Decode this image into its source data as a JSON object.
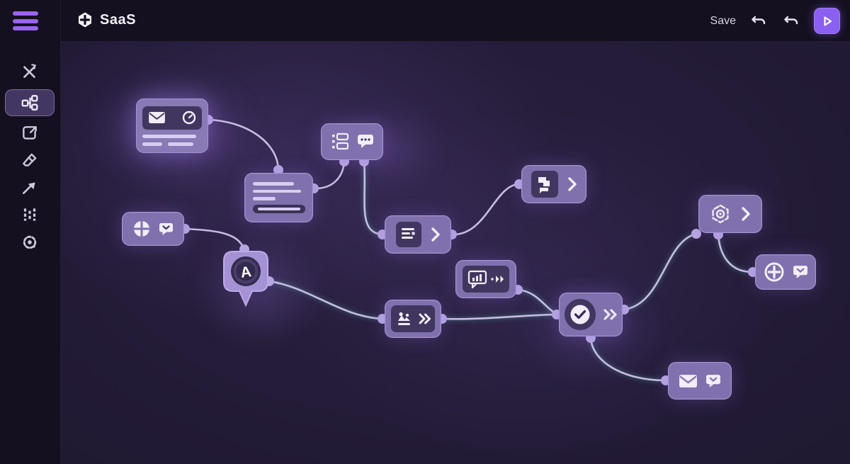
{
  "app": {
    "title": "SaaS"
  },
  "header": {
    "logo_text": "SaaS",
    "save_label": "Save",
    "actions": [
      {
        "name": "undo",
        "icon": "undo-arrow-icon"
      },
      {
        "name": "redo",
        "icon": "undo-arrow-icon"
      },
      {
        "name": "run",
        "icon": "play-icon",
        "accent_color": "#8b5ff0"
      }
    ]
  },
  "sidebar": {
    "active_index": 1,
    "items": [
      {
        "icon": "disconnect-x-icon"
      },
      {
        "icon": "workflow-nodes-icon",
        "active": true
      },
      {
        "icon": "frame-arrow-icon"
      },
      {
        "icon": "eraser-icon"
      },
      {
        "icon": "pointer-arrow-icon"
      },
      {
        "icon": "columns-chart-icon"
      },
      {
        "icon": "settings-gear-icon"
      }
    ]
  },
  "canvas": {
    "nodes": [
      {
        "id": "mail-schedule-card",
        "icons": [
          "envelope-icon",
          "timer-icon"
        ],
        "detail": "text-placeholder-bars"
      },
      {
        "id": "list-chat-node",
        "icons": [
          "list-icon",
          "chat-dots-icon"
        ]
      },
      {
        "id": "text-card-node",
        "icons": [],
        "detail": "text-placeholder-bars-with-field"
      },
      {
        "id": "segments-message-node",
        "icons": [
          "pie-circle-icon",
          "message-check-icon"
        ]
      },
      {
        "id": "app-pin-node",
        "icons": [
          "letter-a-badge"
        ],
        "label": "A"
      },
      {
        "id": "align-next-node",
        "icons": [
          "align-lines-icon",
          "chevron-right-icon"
        ]
      },
      {
        "id": "blocks-next-node",
        "icons": [
          "blocks-icon",
          "chevron-right-icon"
        ]
      },
      {
        "id": "chart-bubble-node",
        "icons": [
          "chart-bubble-icon",
          "double-chevron-icon"
        ]
      },
      {
        "id": "image-forward-node",
        "icons": [
          "image-icon",
          "double-chevron-icon"
        ]
      },
      {
        "id": "check-forward-node",
        "icons": [
          "check-circle-icon",
          "double-chevron-icon"
        ]
      },
      {
        "id": "gear-next-node",
        "icons": [
          "hex-gear-icon",
          "chevron-right-icon"
        ]
      },
      {
        "id": "add-message-node",
        "icons": [
          "plus-circle-icon",
          "message-check-icon"
        ]
      },
      {
        "id": "mail-message-node",
        "icons": [
          "envelope-icon",
          "message-check-icon"
        ]
      }
    ],
    "connections": [
      [
        "mail-schedule-card",
        "text-card-node"
      ],
      [
        "text-card-node",
        "list-chat-node"
      ],
      [
        "list-chat-node",
        "align-next-node"
      ],
      [
        "align-next-node",
        "blocks-next-node"
      ],
      [
        "segments-message-node",
        "app-pin-node"
      ],
      [
        "app-pin-node",
        "image-forward-node"
      ],
      [
        "image-forward-node",
        "check-forward-node"
      ],
      [
        "chart-bubble-node",
        "check-forward-node"
      ],
      [
        "check-forward-node",
        "gear-next-node"
      ],
      [
        "gear-next-node",
        "add-message-node"
      ],
      [
        "check-forward-node",
        "mail-message-node"
      ]
    ]
  },
  "colors": {
    "chrome_bg": "#14101f",
    "canvas_bg": "#1e1830",
    "node_fill": "#8070ad",
    "node_border": "#a493d5",
    "node_inner_dark": "#41365f",
    "edge": "#cfc4e8",
    "edge_teal_glow": "#6fd9c8",
    "accent": "#8b5ff0",
    "icon_light": "#f2edfb"
  }
}
